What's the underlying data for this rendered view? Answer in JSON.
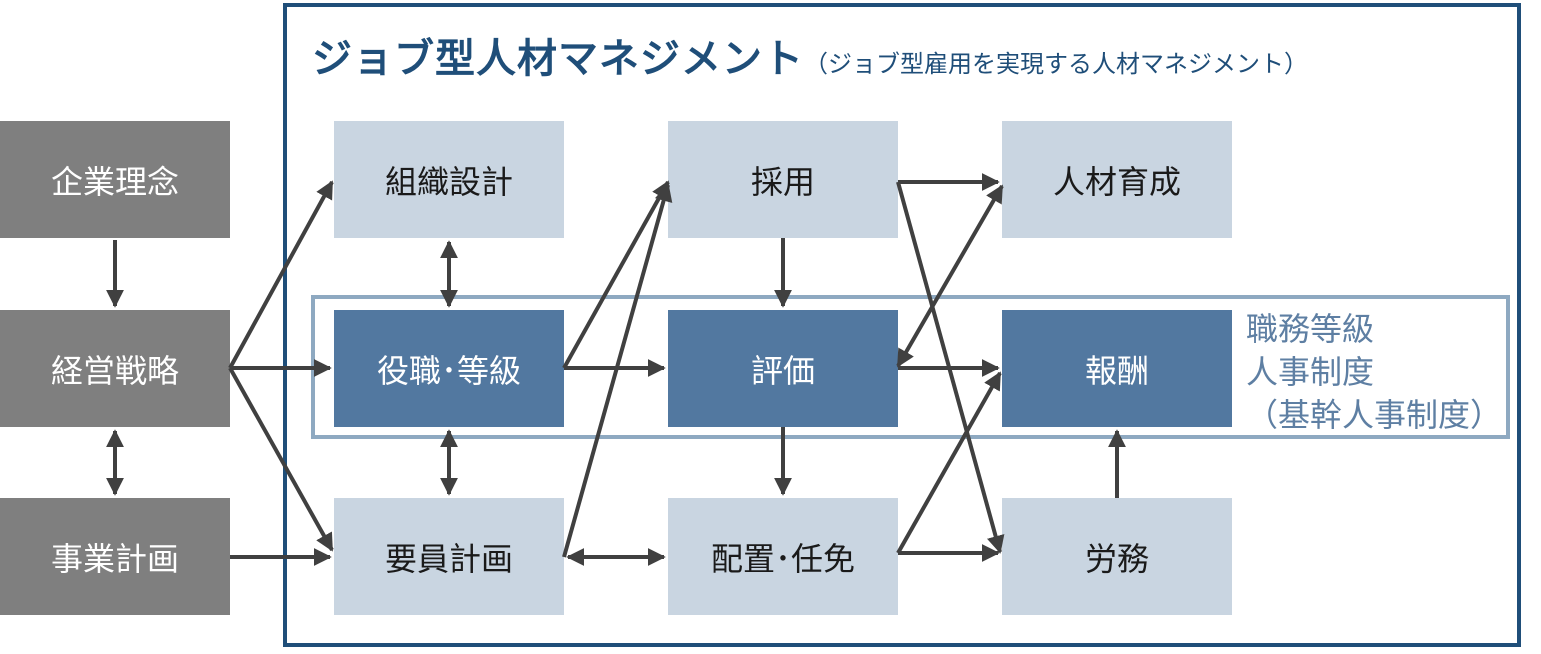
{
  "title": {
    "main": "ジョブ型人材マネジメント",
    "sub": "（ジョブ型雇用を実現する人材マネジメント）"
  },
  "left_column": {
    "philosophy": "企業理念",
    "strategy": "経営戦略",
    "business_plan": "事業計画"
  },
  "nodes": {
    "org_design": "組織設計",
    "grade": "役職･等級",
    "staffing": "要員計画",
    "recruitment": "採用",
    "evaluation": "評価",
    "placement": "配置･任免",
    "development": "人材育成",
    "compensation": "報酬",
    "labor": "労務"
  },
  "band_label": {
    "line1": "職務等級",
    "line2": "人事制度",
    "line3": "（基幹人事制度）"
  },
  "colors": {
    "frame": "#1f4e79",
    "dark_box": "#7f7f7f",
    "light_box": "#c9d5e1",
    "blue_box": "#5278a0",
    "band": "#8ea9c1",
    "arrow": "#404040"
  }
}
